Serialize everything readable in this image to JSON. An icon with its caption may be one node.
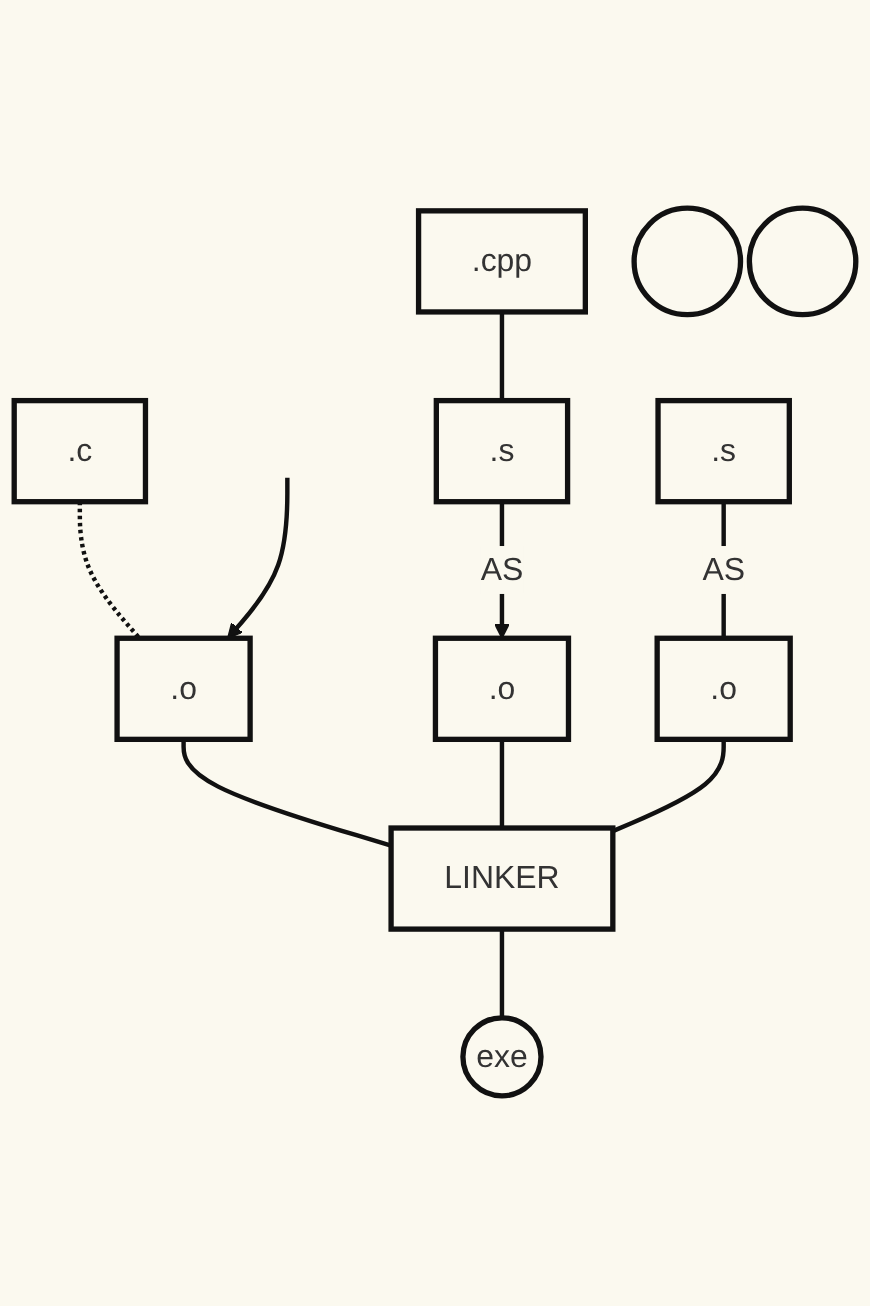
{
  "diagram": {
    "nodes": [
      {
        "text": [
          ".c"
        ]
      },
      {
        "text": [
          ".cpp"
        ]
      },
      {
        "text": [],
        "shape": "circle"
      },
      {
        "text": [],
        "shape": "circle"
      },
      {
        "text": [
          ".s"
        ]
      },
      {
        "text": [
          ".s"
        ]
      },
      {
        "text": [
          ".o"
        ]
      },
      {
        "text": [
          ".o"
        ]
      },
      {
        "text": [
          ".o"
        ]
      },
      {
        "text": [
          "LINKER"
        ]
      },
      {
        "text": [
          "exe"
        ]
      }
    ],
    "edges": [
      {
        "from": 0,
        "to": 6,
        "arrow": "none",
        "style": "dashed"
      },
      {
        "from": 1,
        "to": 4,
        "arrow": "none"
      },
      {
        "from": 4,
        "to": 7,
        "arrow": "to",
        "label": "AS"
      },
      {
        "from": 5,
        "to": 8,
        "arrow": "none",
        "label": "AS"
      },
      {
        "from": null,
        "to": 6,
        "arrow": "to"
      },
      {
        "from": 6,
        "to": 9,
        "arrow": "none"
      },
      {
        "from": 7,
        "to": 9,
        "arrow": "none"
      },
      {
        "from": 8,
        "to": 9,
        "arrow": "none"
      },
      {
        "from": 9,
        "to": 10,
        "arrow": "none"
      }
    ]
  }
}
